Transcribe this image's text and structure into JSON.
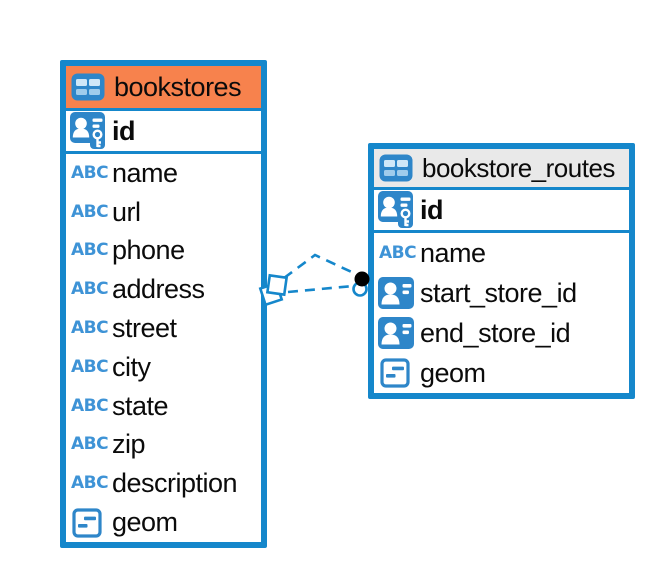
{
  "diagram": {
    "background": "#ffffff"
  },
  "colors": {
    "table_border": "#1587cb",
    "bookstores_header_bg": "#f7824d",
    "routes_header_bg": "#e9e9e9",
    "icon_blue": "#2e86c9",
    "icon_cell_light": "#cfe7f8",
    "icon_cell_mid": "#9fccec",
    "abc_blue": "#3e93d6",
    "text": "#0b0b0b",
    "relationship_dot": "#000000",
    "marker_fill": "#ffffff"
  },
  "icons": {
    "text_type_glyph": "ABC"
  },
  "tables": [
    {
      "name": "bookstores",
      "header_icon": "table-icon",
      "primary_key": {
        "label": "id",
        "icon": "primary-key-icon"
      },
      "columns": [
        {
          "label": "name",
          "icon": "text-type-icon"
        },
        {
          "label": "url",
          "icon": "text-type-icon"
        },
        {
          "label": "phone",
          "icon": "text-type-icon"
        },
        {
          "label": "address",
          "icon": "text-type-icon"
        },
        {
          "label": "street",
          "icon": "text-type-icon"
        },
        {
          "label": "city",
          "icon": "text-type-icon"
        },
        {
          "label": "state",
          "icon": "text-type-icon"
        },
        {
          "label": "zip",
          "icon": "text-type-icon"
        },
        {
          "label": "description",
          "icon": "text-type-icon"
        },
        {
          "label": "geom",
          "icon": "object-type-icon"
        }
      ]
    },
    {
      "name": "bookstore_routes",
      "header_icon": "table-icon",
      "primary_key": {
        "label": "id",
        "icon": "primary-key-icon"
      },
      "columns": [
        {
          "label": "name",
          "icon": "text-type-icon"
        },
        {
          "label": "start_store_id",
          "icon": "person-ref-icon"
        },
        {
          "label": "end_store_id",
          "icon": "person-ref-icon"
        },
        {
          "label": "geom",
          "icon": "object-type-icon"
        }
      ]
    }
  ],
  "relationship": {
    "source_table": "bookstores",
    "target_table": "bookstore_routes",
    "line_style": "dashed",
    "source_marker": "diamond",
    "target_marker": "dot"
  }
}
